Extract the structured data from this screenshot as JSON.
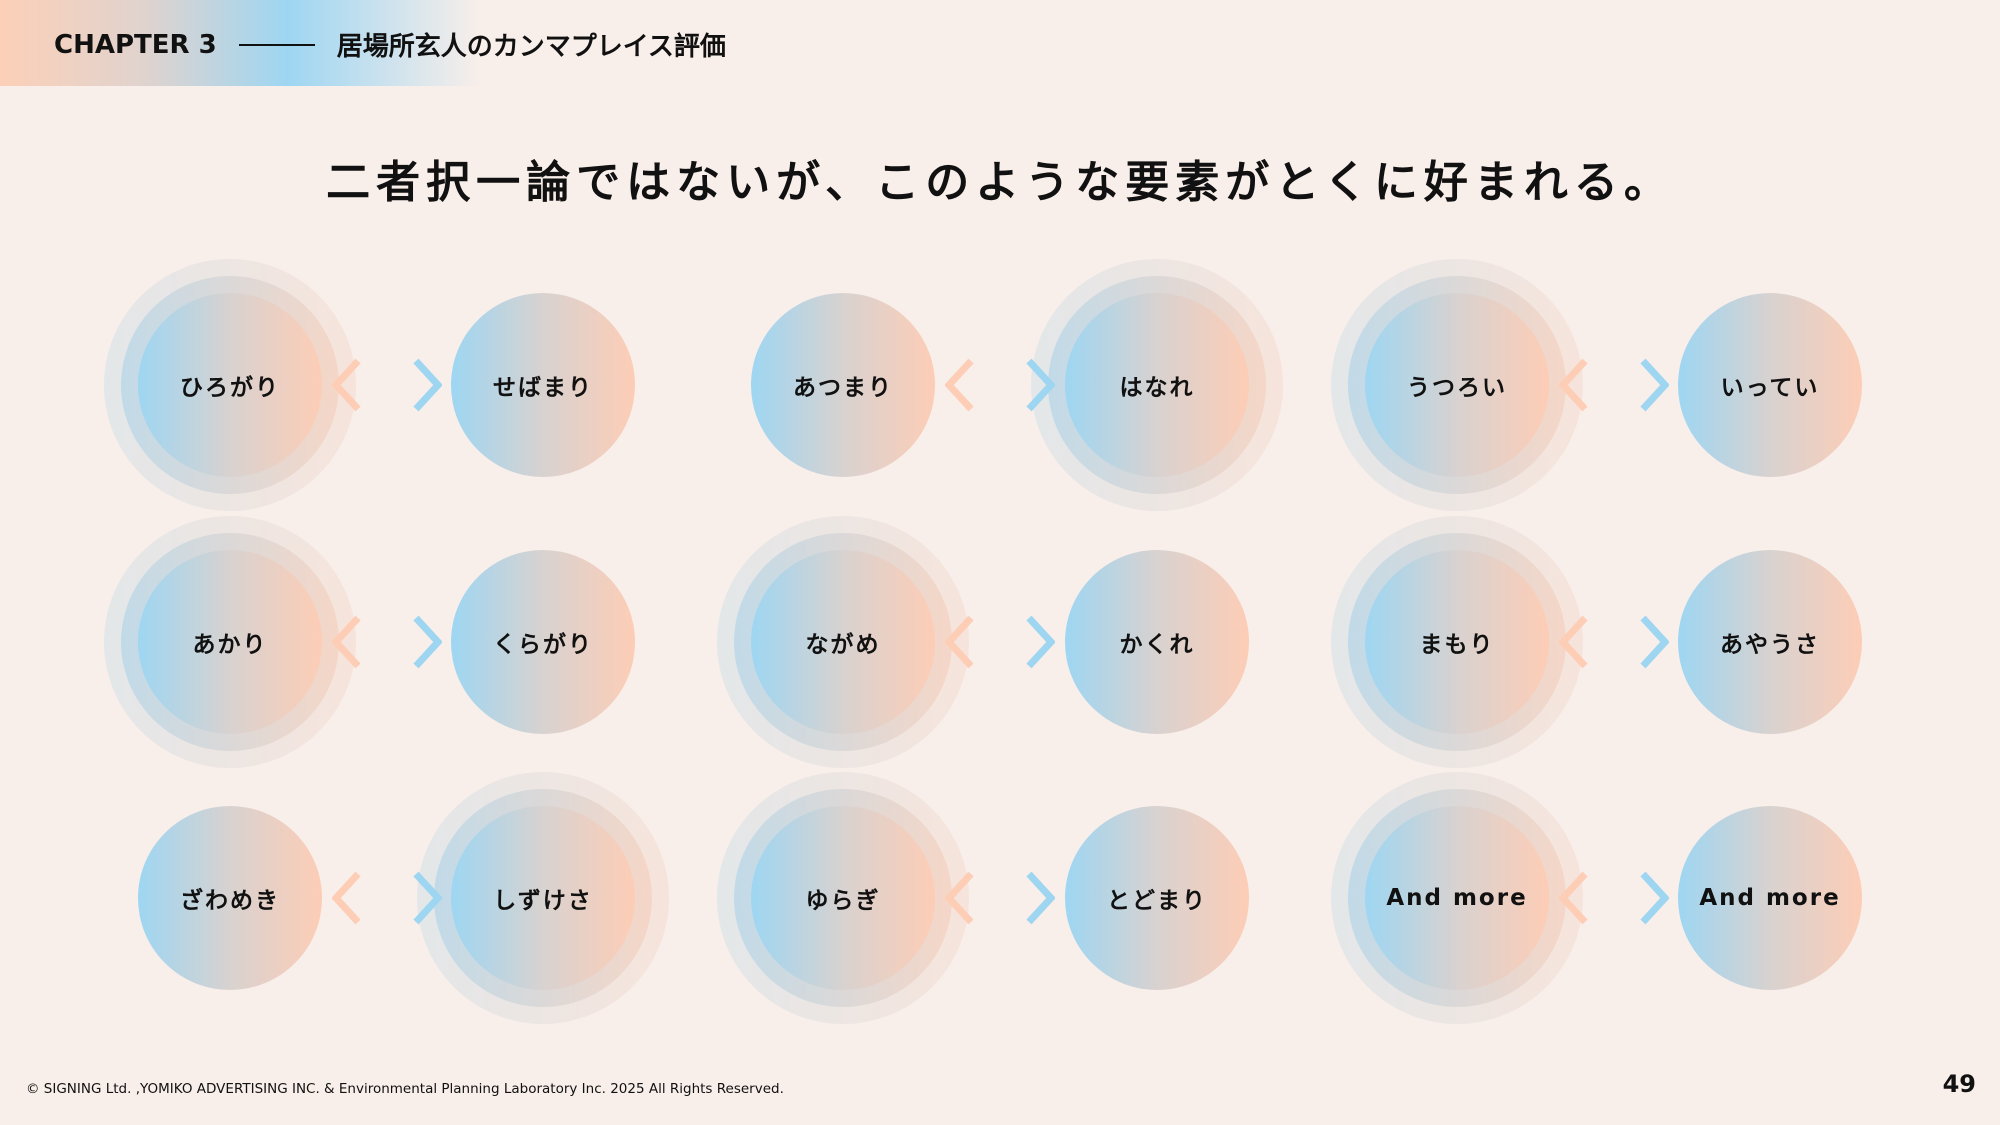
{
  "header": {
    "chapter": "CHAPTER 3",
    "section": "居場所玄人のカンマプレイス評価"
  },
  "title": "二者択一論ではないが、このような要素がとくに好まれる。",
  "pairs": [
    {
      "left": "ひろがり",
      "right": "せばまり",
      "highlight": "left"
    },
    {
      "left": "あつまり",
      "right": "はなれ",
      "highlight": "right"
    },
    {
      "left": "うつろい",
      "right": "いってい",
      "highlight": "left"
    },
    {
      "left": "あかり",
      "right": "くらがり",
      "highlight": "left"
    },
    {
      "left": "ながめ",
      "right": "かくれ",
      "highlight": "left"
    },
    {
      "left": "まもり",
      "right": "あやうさ",
      "highlight": "left"
    },
    {
      "left": "ざわめき",
      "right": "しずけさ",
      "highlight": "right"
    },
    {
      "left": "ゆらぎ",
      "right": "とどまり",
      "highlight": "left"
    },
    {
      "left": "And more",
      "right": "And more",
      "highlight": "left"
    }
  ],
  "colors": {
    "blue": "#9ed6f2",
    "salmon": "#fdcdb6",
    "bg": "#f8eeea"
  },
  "footer": "© SIGNING Ltd. ,YOMIKO ADVERTISING INC. & Environmental Planning Laboratory Inc. 2025 All Rights Reserved.",
  "page_number": "49"
}
